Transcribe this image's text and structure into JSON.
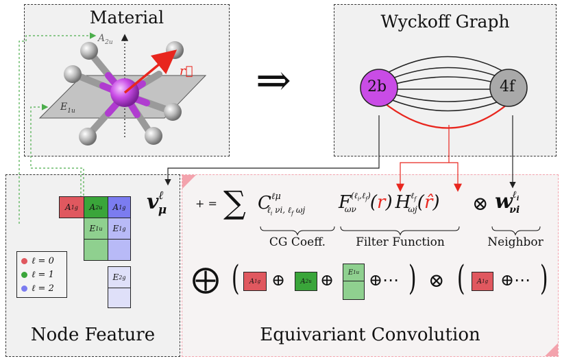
{
  "panels": {
    "material": {
      "title": "Material"
    },
    "wyckoff": {
      "title": "Wyckoff Graph"
    },
    "node_feature": {
      "title": "Node Feature"
    },
    "convolution": {
      "title": "Equivariant Convolution"
    }
  },
  "material": {
    "axis_a2u": "A",
    "axis_a2u_sub": "2u",
    "plane_e1u": "E",
    "plane_e1u_sub": "1u",
    "vector_label": "r⃗"
  },
  "arrow_symbol": "⇒",
  "graph": {
    "node_left": "2b",
    "node_right": "4f"
  },
  "node_feature": {
    "output": "v",
    "output_sup": "ℓ",
    "output_sub": "μ",
    "cells": {
      "a1g_r": "A",
      "a1g_r_sub": "1g",
      "a2u_g": "A",
      "a2u_g_sub": "2u",
      "a1g_b": "A",
      "a1g_b_sub": "1g",
      "e1u_g": "E",
      "e1u_g_sub": "1u",
      "e1g_b": "E",
      "e1g_b_sub": "1g",
      "e2g_b": "E",
      "e2g_b_sub": "2g"
    },
    "legend": [
      {
        "label": "ℓ = 0",
        "color": "#e0585f"
      },
      {
        "label": "ℓ = 1",
        "color": "#3aa53a"
      },
      {
        "label": "ℓ = 2",
        "color": "#7b7cf0"
      }
    ]
  },
  "convolution": {
    "plus_eq": "+ =",
    "sum": "∑",
    "C": "C",
    "C_sup": "ℓμ",
    "C_sub": "ℓ",
    "C_sub_rest": "νi, ℓ",
    "C_sub_end": "ωj",
    "F": "F",
    "F_sup": "(ℓ",
    "F_sub": "ων",
    "r_open": "(",
    "r": "r",
    "r_close": ")",
    "H": "H",
    "H_sup": "ℓ",
    "H_sub": "ωj",
    "rhat": "r̂",
    "otimes": "⊗",
    "w": "w",
    "w_sup": "ℓ",
    "w_sub": "νi",
    "under_cg": "CG Coeff.",
    "under_filter": "Filter Function",
    "under_neighbor": "Neighbor",
    "bigoplus": "⨁",
    "open_paren": "(",
    "close_paren": ")",
    "oplus": "⊕",
    "dots": "⊕⋯",
    "cells": {
      "a1g": "A",
      "a1g_sub": "1g",
      "a2u": "A",
      "a2u_sub": "2u",
      "e1u": "E",
      "e1u_sub": "1u",
      "a1g2": "A",
      "a1g2_sub": "1g"
    }
  },
  "colors": {
    "node_2b": "#c94ce6",
    "node_4f": "#a9a9a9",
    "red_edge": "#e8261e",
    "green_dash": "#4cae4c",
    "pink_panel": "#f3a3ad"
  }
}
